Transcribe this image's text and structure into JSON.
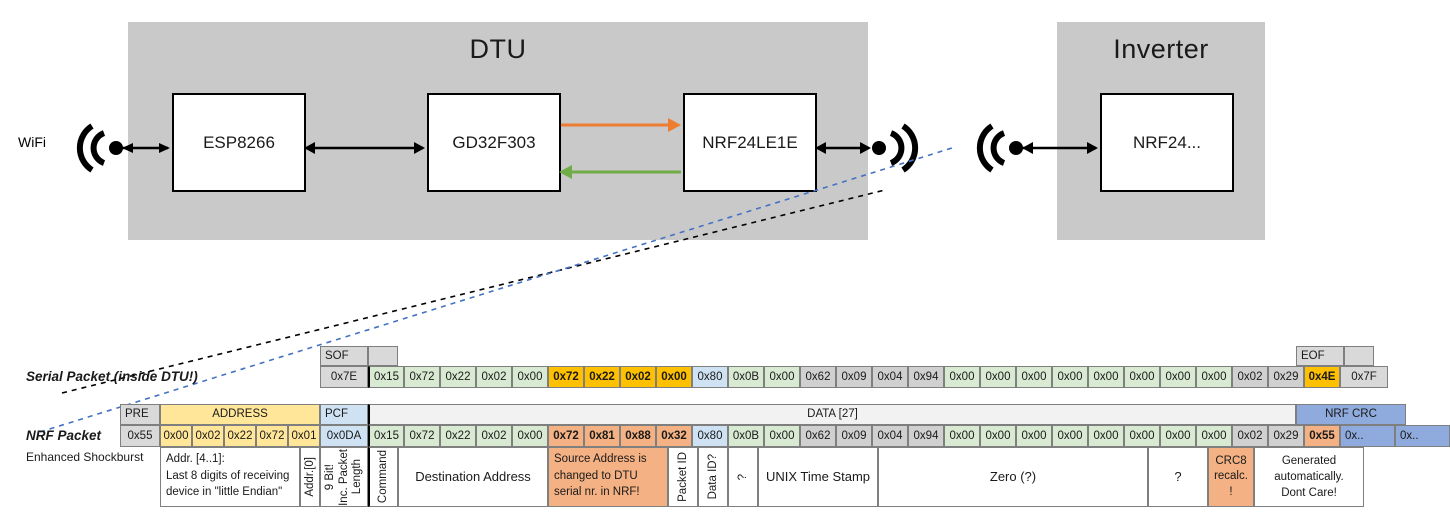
{
  "diagram": {
    "dtu": {
      "title": "DTU",
      "chips": [
        {
          "name": "ESP8266"
        },
        {
          "name": "GD32F303"
        },
        {
          "name": "NRF24LE1E"
        }
      ],
      "wifi_label": "WiFi"
    },
    "inverter": {
      "title": "Inverter",
      "chips": [
        {
          "name": "NRF24..."
        }
      ]
    },
    "colors": {
      "block_fill": "#c9c9c9",
      "orange_arrow": "#ED7D31",
      "green_arrow": "#70AD47",
      "callout_black": "#000000",
      "callout_blue": "#4472C4"
    }
  },
  "labels": {
    "serial_packet": "Serial Packet (inside DTU!)",
    "nrf_packet": "NRF Packet",
    "enhanced_shockburst": "Enhanced Shockburst"
  },
  "serial_packet": {
    "sof_header": "SOF",
    "eof_header": "EOF",
    "sof_value": "0x7E",
    "eof_value": "0x7F",
    "bytes": [
      {
        "v": "0x15",
        "c": "green"
      },
      {
        "v": "0x72",
        "c": "green"
      },
      {
        "v": "0x22",
        "c": "green"
      },
      {
        "v": "0x02",
        "c": "green"
      },
      {
        "v": "0x00",
        "c": "green"
      },
      {
        "v": "0x72",
        "c": "gold"
      },
      {
        "v": "0x22",
        "c": "gold"
      },
      {
        "v": "0x02",
        "c": "gold"
      },
      {
        "v": "0x00",
        "c": "gold"
      },
      {
        "v": "0x80",
        "c": "blue"
      },
      {
        "v": "0x0B",
        "c": "green"
      },
      {
        "v": "0x00",
        "c": "green"
      },
      {
        "v": "0x62",
        "c": "gray"
      },
      {
        "v": "0x09",
        "c": "gray"
      },
      {
        "v": "0x04",
        "c": "gray"
      },
      {
        "v": "0x94",
        "c": "gray"
      },
      {
        "v": "0x00",
        "c": "green"
      },
      {
        "v": "0x00",
        "c": "green"
      },
      {
        "v": "0x00",
        "c": "green"
      },
      {
        "v": "0x00",
        "c": "green"
      },
      {
        "v": "0x00",
        "c": "green"
      },
      {
        "v": "0x00",
        "c": "green"
      },
      {
        "v": "0x00",
        "c": "green"
      },
      {
        "v": "0x00",
        "c": "green"
      },
      {
        "v": "0x02",
        "c": "gray"
      },
      {
        "v": "0x29",
        "c": "gray"
      },
      {
        "v": "0x4E",
        "c": "gold"
      }
    ]
  },
  "nrf_packet": {
    "headers": [
      {
        "label": "PRE",
        "c": "hdr"
      },
      {
        "label": "ADDRESS",
        "c": "yellow"
      },
      {
        "label": "PCF",
        "c": "lblue"
      },
      {
        "label": "DATA [27]",
        "c": "plain"
      },
      {
        "label": "NRF CRC",
        "c": "nrfblue"
      }
    ],
    "pre": {
      "v": "0x55",
      "c": "hdr"
    },
    "address": [
      {
        "v": "0x00",
        "c": "yellow"
      },
      {
        "v": "0x02",
        "c": "yellow"
      },
      {
        "v": "0x22",
        "c": "yellow"
      },
      {
        "v": "0x72",
        "c": "yellow"
      },
      {
        "v": "0x01",
        "c": "yellow"
      }
    ],
    "pcf": {
      "v": "0x0DA",
      "c": "lblue"
    },
    "data": [
      {
        "v": "0x15",
        "c": "green"
      },
      {
        "v": "0x72",
        "c": "green"
      },
      {
        "v": "0x22",
        "c": "green"
      },
      {
        "v": "0x02",
        "c": "green"
      },
      {
        "v": "0x00",
        "c": "green"
      },
      {
        "v": "0x72",
        "c": "orange"
      },
      {
        "v": "0x81",
        "c": "orange"
      },
      {
        "v": "0x88",
        "c": "orange"
      },
      {
        "v": "0x32",
        "c": "orange"
      },
      {
        "v": "0x80",
        "c": "blue"
      },
      {
        "v": "0x0B",
        "c": "green"
      },
      {
        "v": "0x00",
        "c": "green"
      },
      {
        "v": "0x62",
        "c": "gray"
      },
      {
        "v": "0x09",
        "c": "gray"
      },
      {
        "v": "0x04",
        "c": "gray"
      },
      {
        "v": "0x94",
        "c": "gray"
      },
      {
        "v": "0x00",
        "c": "green"
      },
      {
        "v": "0x00",
        "c": "green"
      },
      {
        "v": "0x00",
        "c": "green"
      },
      {
        "v": "0x00",
        "c": "green"
      },
      {
        "v": "0x00",
        "c": "green"
      },
      {
        "v": "0x00",
        "c": "green"
      },
      {
        "v": "0x00",
        "c": "green"
      },
      {
        "v": "0x00",
        "c": "green"
      },
      {
        "v": "0x02",
        "c": "gray"
      },
      {
        "v": "0x29",
        "c": "gray"
      },
      {
        "v": "0x55",
        "c": "orange"
      }
    ],
    "crc": [
      {
        "v": "0x..",
        "c": "nrfblue"
      },
      {
        "v": "0x..",
        "c": "nrfblue"
      }
    ]
  },
  "descriptions": {
    "addr_block": "Addr. [4..1]:\nLast 8 digits of receiving device in \"little Endian\"",
    "addr0": "Addr.[0]",
    "pcf_desc": "9 Bit!\nInc. Packet Length",
    "pcf_desc_a": "9 Bit!",
    "pcf_desc_b": "Inc. Packet",
    "pcf_desc_c": "Length",
    "command": "Command",
    "destination_address": "Destination Address",
    "source_address": "Source Address is changed to DTU serial nr. in NRF!",
    "packet_id": "Packet ID",
    "data_id": "Data ID?",
    "unknown_tilde": "?",
    "unix_time_stamp": "UNIX Time Stamp",
    "zero": "Zero (?)",
    "question": "?",
    "crc8": "CRC8 recalc. !",
    "crc8_a": "CRC8",
    "crc8_b": "recalc.",
    "crc8_c": "!",
    "nrf_crc_desc_a": "Generated",
    "nrf_crc_desc_b": "automatically.",
    "nrf_crc_desc_c": "Dont Care!"
  }
}
